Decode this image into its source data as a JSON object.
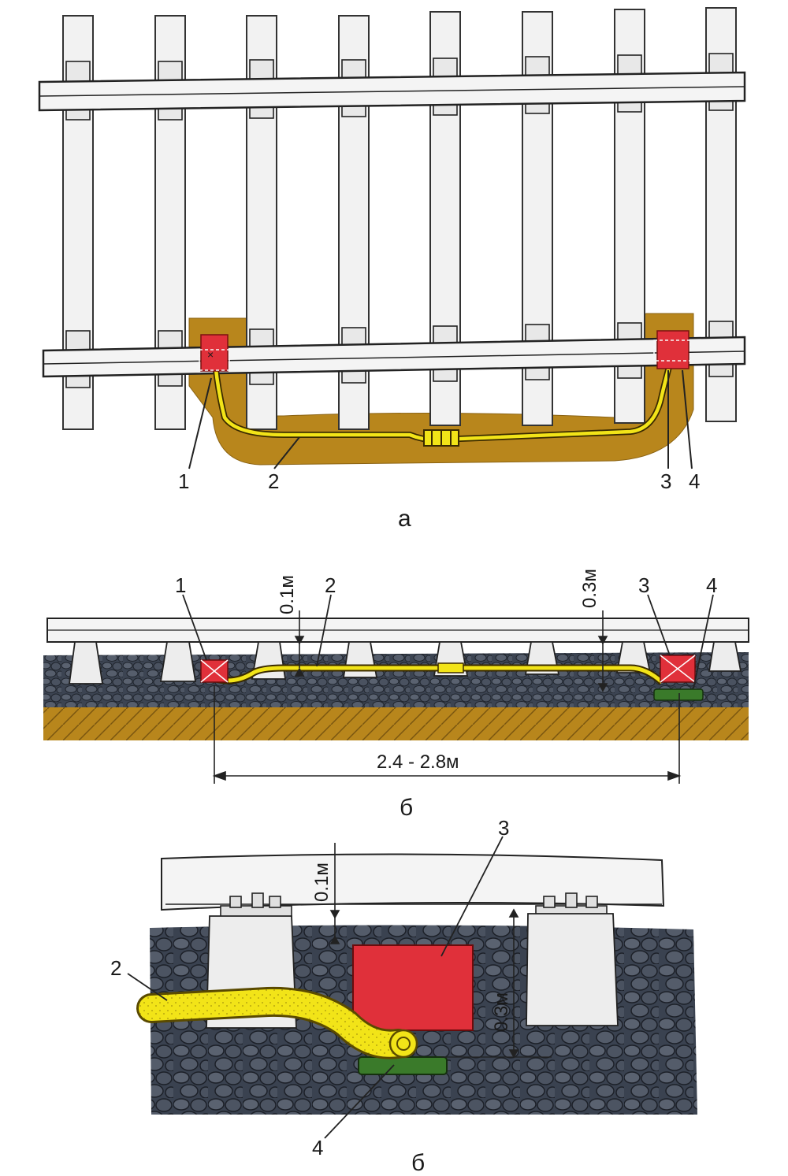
{
  "figure_a": {
    "caption": "а",
    "callouts": [
      "1",
      "2",
      "3",
      "4"
    ]
  },
  "figure_b": {
    "caption": "б",
    "callouts": [
      "1",
      "2",
      "3",
      "4"
    ],
    "dims": {
      "upper_left": "0.1м",
      "upper_right": "0.3м",
      "span": "2.4 - 2.8м"
    }
  },
  "figure_c": {
    "caption": "б",
    "callouts": [
      "2",
      "3",
      "4"
    ],
    "dims": {
      "top": "0.1м",
      "depth": "0.3м"
    }
  },
  "colors": {
    "cable": "#f2e418",
    "box": "#e0303a",
    "anchor": "#3a7a2a",
    "soil": "#b8861c",
    "ballast": "#3c4452",
    "sleeper": "#f0f0f0"
  }
}
